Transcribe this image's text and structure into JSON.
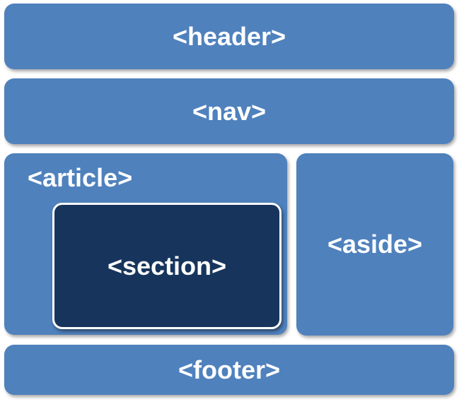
{
  "diagram": {
    "header": "<header>",
    "nav": "<nav>",
    "article": "<article>",
    "section": "<section>",
    "aside": "<aside>",
    "footer": "<footer>"
  },
  "colors": {
    "block": "#4f81bd",
    "section": "#17355c",
    "text": "#ffffff"
  }
}
